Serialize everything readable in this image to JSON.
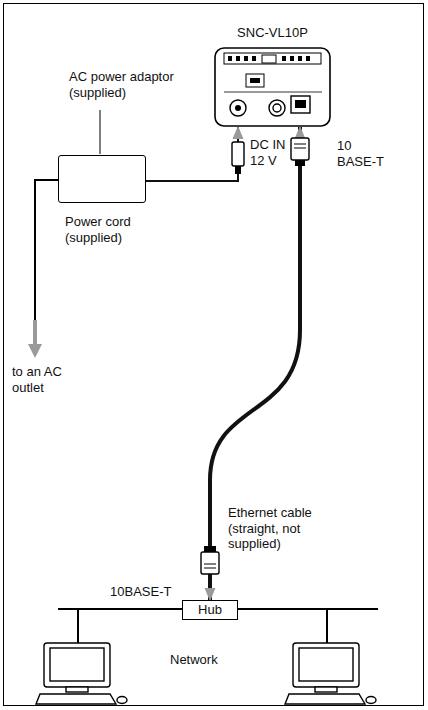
{
  "diagram": {
    "nodes": [
      {
        "text": [
          "SNC-VL10P"
        ]
      },
      {
        "text": [
          "AC power adaptor (supplied)"
        ]
      },
      {
        "text": [
          "Hub"
        ]
      }
    ],
    "edges": [
      {
        "from": 1,
        "to": 0,
        "arrow": "to"
      },
      {
        "from": 0,
        "to": 2,
        "arrow": "both",
        "label": "Ethernet cable (straight, not supplied)"
      }
    ],
    "labels": [
      "DC IN 12 V",
      "10 BASE-T",
      "Power cord (supplied)",
      "to an AC outlet",
      "10BASE-T",
      "Network"
    ]
  }
}
